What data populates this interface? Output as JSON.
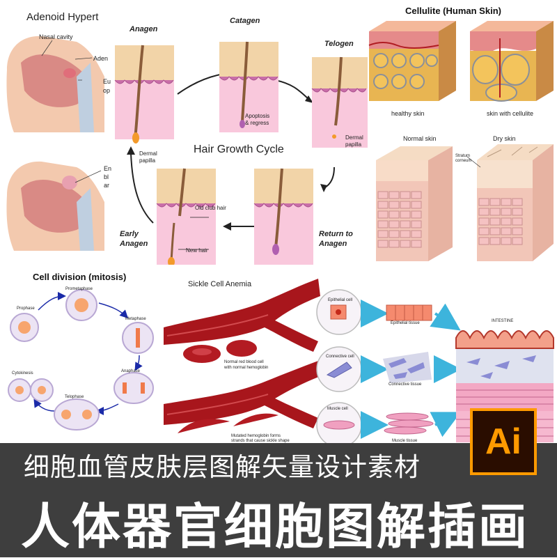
{
  "adenoid": {
    "title": "Adenoid Hypert",
    "nasal_cavity": "Nasal cavity",
    "aden": "Aden",
    "eu": "Eu",
    "op": "op",
    "en": "En",
    "bl": "bl",
    "ar": "ar"
  },
  "hair_cycle": {
    "title": "Hair Growth Cycle",
    "anagen": "Anagen",
    "catagen": "Catagen",
    "telogen": "Telogen",
    "return_to_anagen_1": "Return to",
    "return_to_anagen_2": "Anagen",
    "early_anagen_1": "Early",
    "early_anagen_2": "Anagen",
    "dermal_papilla_1": "Dermal",
    "dermal_papilla_2": "papilla",
    "apoptosis_1": "Apoptosis",
    "apoptosis_2": "& regress",
    "telogen_dermal_1": "Dermal",
    "telogen_dermal_2": "papilla",
    "old_club_hair": "Old club hair",
    "new_hair": "New hair"
  },
  "cellulite": {
    "title": "Cellulite (Human Skin)",
    "healthy": "healthy skin",
    "cellulite": "skin with cellulite",
    "normal": "Normal skin",
    "dry": "Dry skin",
    "stratum_1": "Stratum",
    "stratum_2": "corneum"
  },
  "mitosis": {
    "title": "Cell division (mitosis)",
    "prophase": "Prophase",
    "prometaphase": "Prometaphase",
    "metaphase": "Metaphase",
    "anaphase": "Anaphase",
    "telophase": "Telophase",
    "cytokinesis": "Cytokinesis"
  },
  "sickle": {
    "title": "Sickle Cell Anemia",
    "normal_1": "Normal red blood cell",
    "normal_2": "with normal hemoglobin",
    "mutated_1": "Mutated hemoglobin forms",
    "mutated_2": "strands that cause sickle shape"
  },
  "tissue": {
    "epithelial_cell": "Epithelial cell",
    "epithelial_tissue": "Epithelial tissue",
    "connective_cell": "Connective cell",
    "connective_tissue": "Connective tissue",
    "muscle_cell": "Muscle cell",
    "muscle_tissue": "Muscle tissue",
    "intestine": "INTESTINE"
  },
  "banner": {
    "line1": "细胞血管皮肤层图解矢量设计素材",
    "line2": "人体器官细胞图解插画",
    "logo": "Ai"
  },
  "colors": {
    "banner_bg": "#3e3e3e",
    "logo_orange": "#ff9a00",
    "logo_bg": "#2a0d00",
    "blood_red": "#a8161c",
    "skin_pink": "#f4b8d4"
  }
}
